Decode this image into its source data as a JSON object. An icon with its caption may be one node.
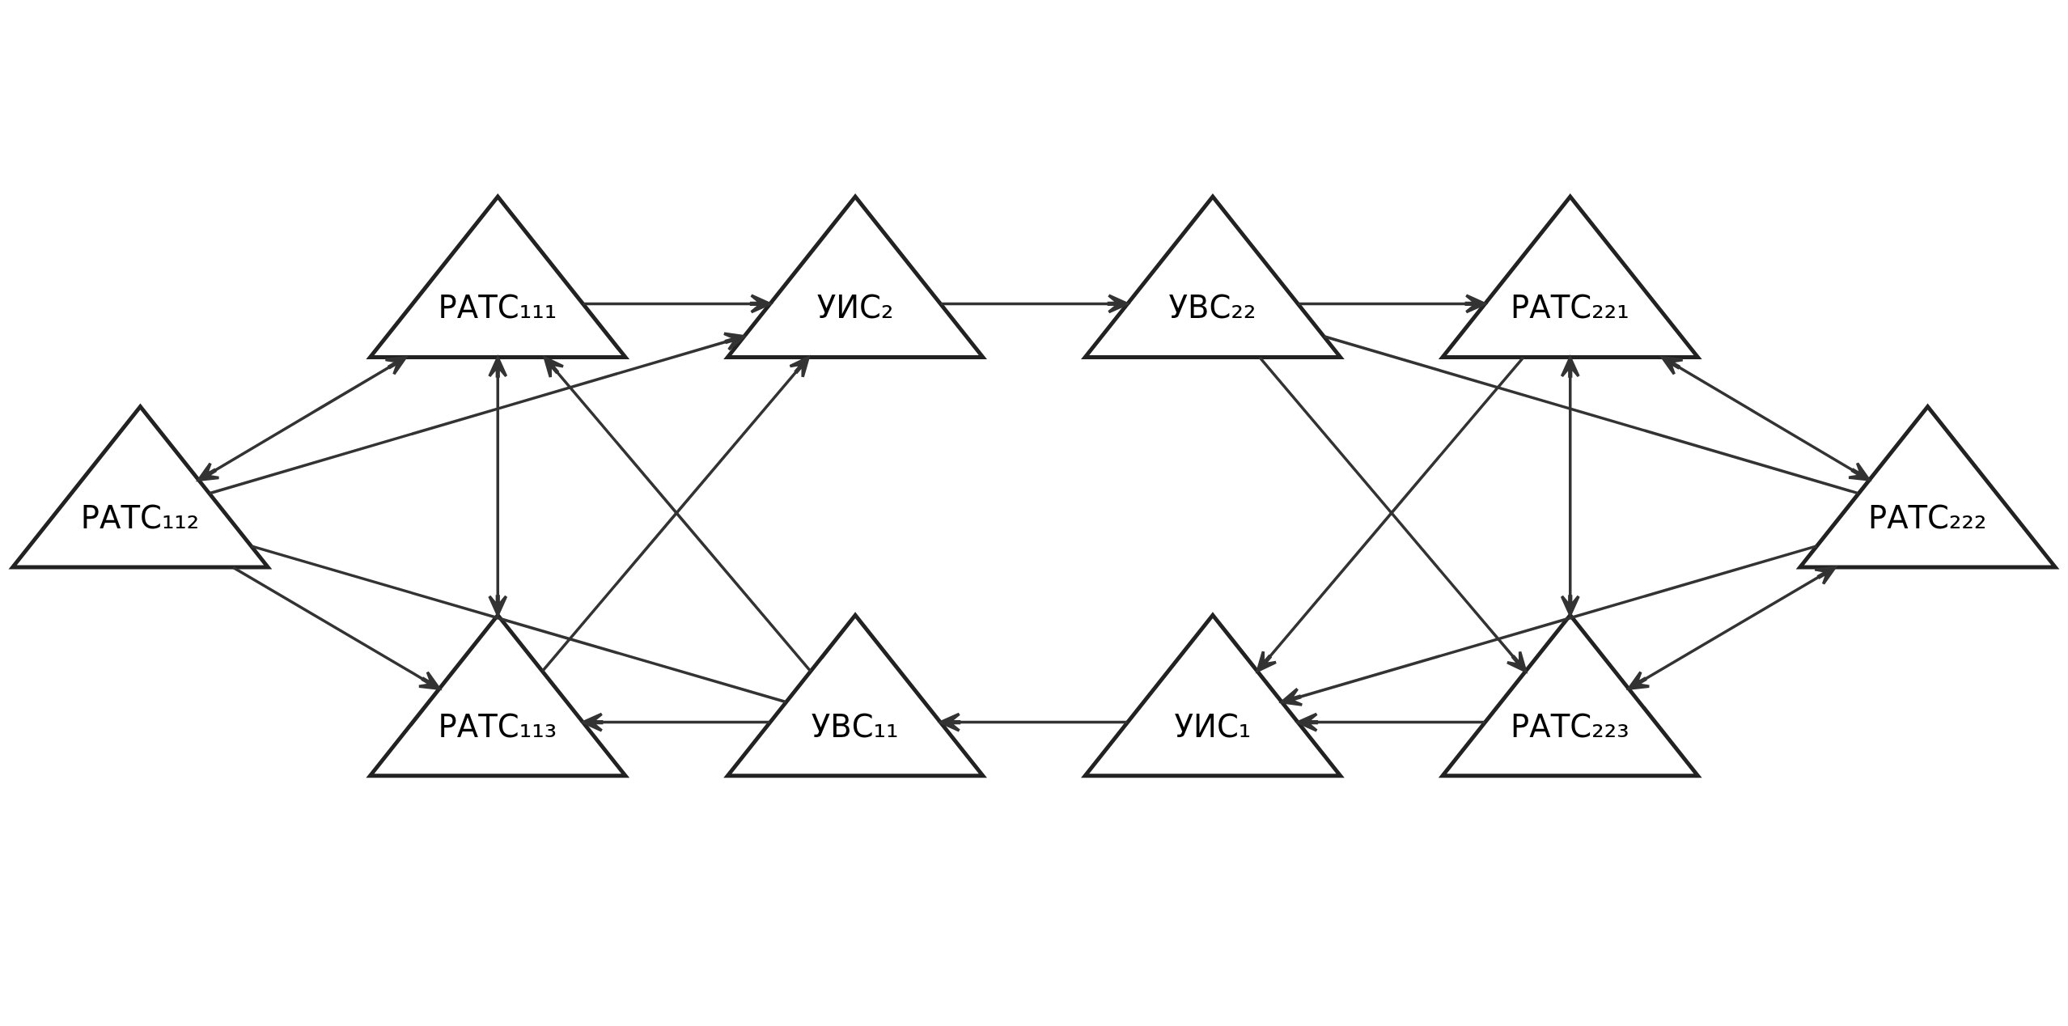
{
  "diagram": {
    "nodes": [
      {
        "text": [
          "РАТС₁₁₁"
        ]
      },
      {
        "text": [
          "РАТС₁₁₂"
        ]
      },
      {
        "text": [
          "УИС₂"
        ]
      },
      {
        "text": [
          "УВС₁₁"
        ]
      },
      {
        "text": [
          "РАТС₁₁₃"
        ]
      },
      {
        "text": [
          "УВС₂₂"
        ]
      },
      {
        "text": [
          "РАТС₂₂₁"
        ]
      },
      {
        "text": [
          "РАТС₂₂₂"
        ]
      },
      {
        "text": [
          "УИС₁"
        ]
      },
      {
        "text": [
          "РАТС₂₂₃"
        ]
      }
    ],
    "edges": [
      {
        "from": 1,
        "to": 0,
        "arrow": "both"
      },
      {
        "from": 0,
        "to": 4,
        "arrow": "both"
      },
      {
        "from": 3,
        "to": 0,
        "arrow": "to"
      },
      {
        "from": 0,
        "to": 2,
        "arrow": "to"
      },
      {
        "from": 1,
        "to": 2,
        "arrow": "to"
      },
      {
        "from": 1,
        "to": 3,
        "arrow": "none"
      },
      {
        "from": 1,
        "to": 4,
        "arrow": "to"
      },
      {
        "from": 4,
        "to": 2,
        "arrow": "to"
      },
      {
        "from": 3,
        "to": 4,
        "arrow": "to"
      },
      {
        "from": 2,
        "to": 5,
        "arrow": "to"
      },
      {
        "from": 8,
        "to": 3,
        "arrow": "to"
      },
      {
        "from": 5,
        "to": 6,
        "arrow": "to"
      },
      {
        "from": 6,
        "to": 8,
        "arrow": "to"
      },
      {
        "from": 6,
        "to": 9,
        "arrow": "both"
      },
      {
        "from": 6,
        "to": 7,
        "arrow": "both"
      },
      {
        "from": 5,
        "to": 7,
        "arrow": "none"
      },
      {
        "from": 7,
        "to": 8,
        "arrow": "to"
      },
      {
        "from": 5,
        "to": 9,
        "arrow": "to"
      },
      {
        "from": 9,
        "to": 8,
        "arrow": "to"
      },
      {
        "from": 9,
        "to": 7,
        "arrow": "both"
      }
    ]
  }
}
